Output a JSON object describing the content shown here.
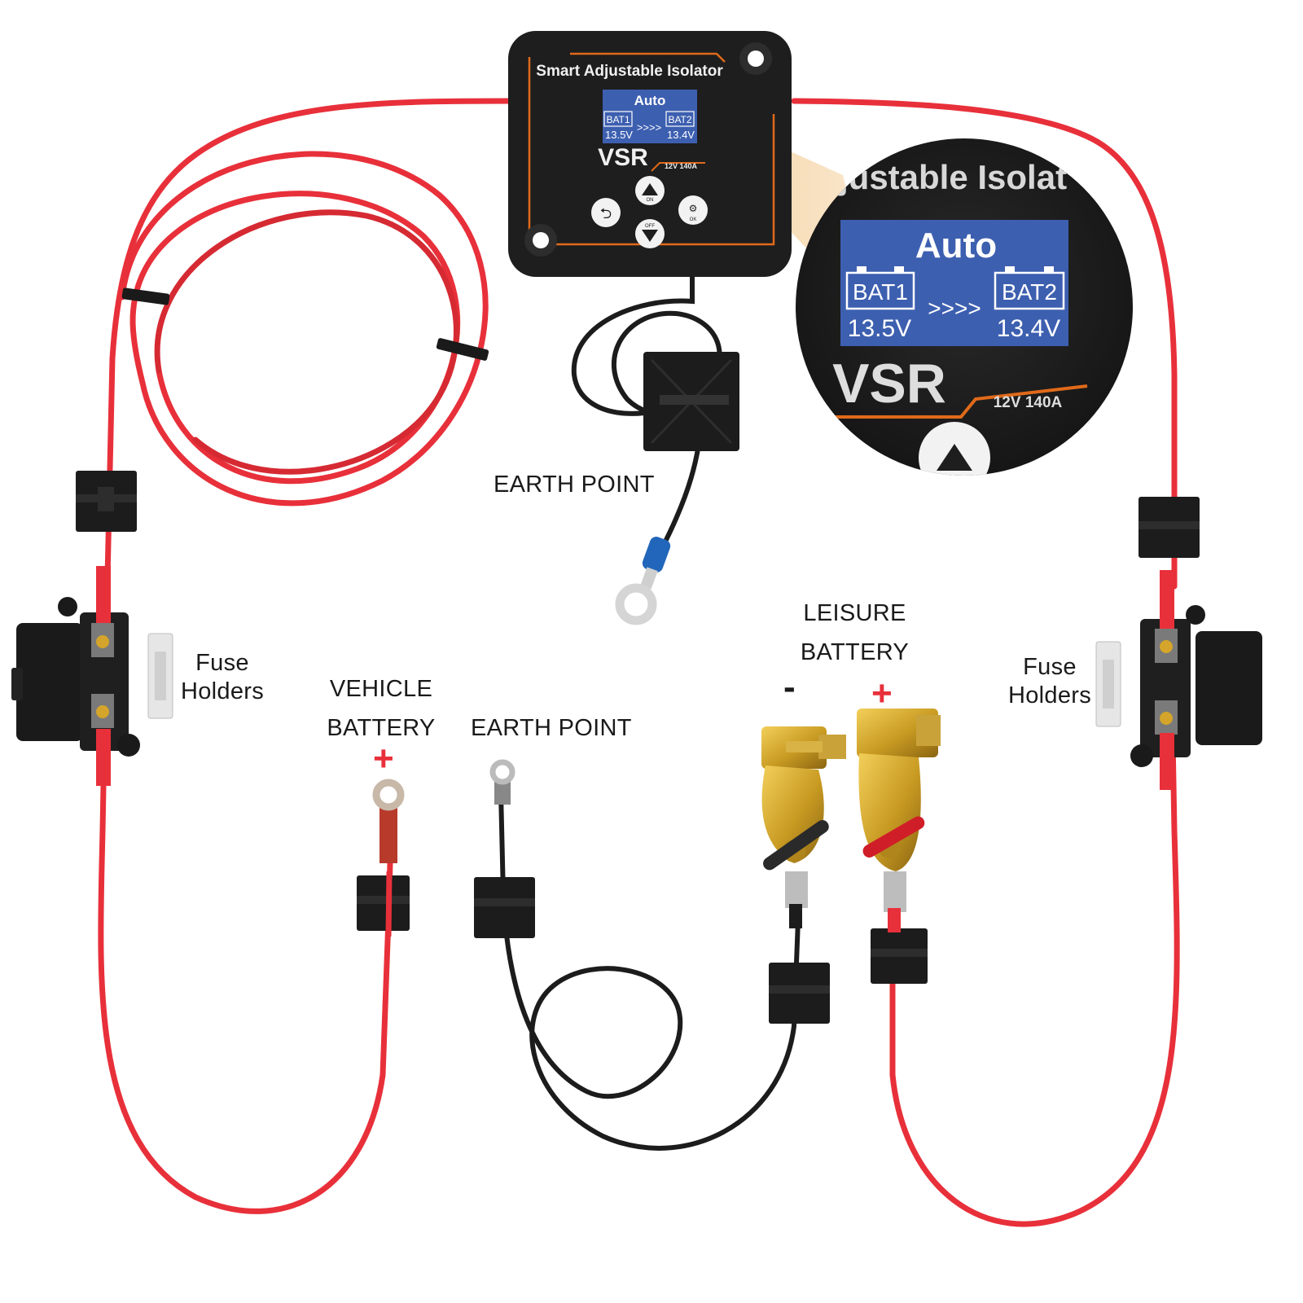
{
  "device": {
    "title": "Smart Adjustable Isolator",
    "mode": "Auto",
    "bat1_label": "BAT1",
    "bat1_voltage": "13.5V",
    "bat2_label": "BAT2",
    "bat2_voltage": "13.4V",
    "arrows": ">>>>",
    "brand": "VSR",
    "rating": "12V 140A",
    "btn_on": "ON",
    "btn_off": "OFF",
    "btn_ok": "OK"
  },
  "zoom": {
    "title_fragment": "justable Isolat",
    "mode": "Auto",
    "bat1_label": "BAT1",
    "bat1_voltage": "13.5V",
    "bat2_label": "BAT2",
    "bat2_voltage": "13.4V",
    "arrows": ">>>>",
    "brand": "VSR",
    "rating": "12V 140A"
  },
  "labels": {
    "earth_point_top": "EARTH POINT",
    "earth_point_bottom": "EARTH POINT",
    "fuse_left_line1": "Fuse",
    "fuse_left_line2": "Holders",
    "fuse_right_line1": "Fuse",
    "fuse_right_line2": "Holders",
    "vehicle_line1": "VEHICLE",
    "vehicle_line2": "BATTERY",
    "vehicle_plus": "+",
    "leisure_line1": "LEISURE",
    "leisure_line2": "BATTERY",
    "leisure_minus": "-",
    "leisure_plus": "+"
  },
  "colors": {
    "red_cable": "#e8303a",
    "black_cable": "#1c1c1c",
    "device_body": "#1e1e1e",
    "device_accent": "#e06a1a",
    "screen_blue": "#3d5fb0",
    "terminal_gold": "#d4a52a"
  }
}
